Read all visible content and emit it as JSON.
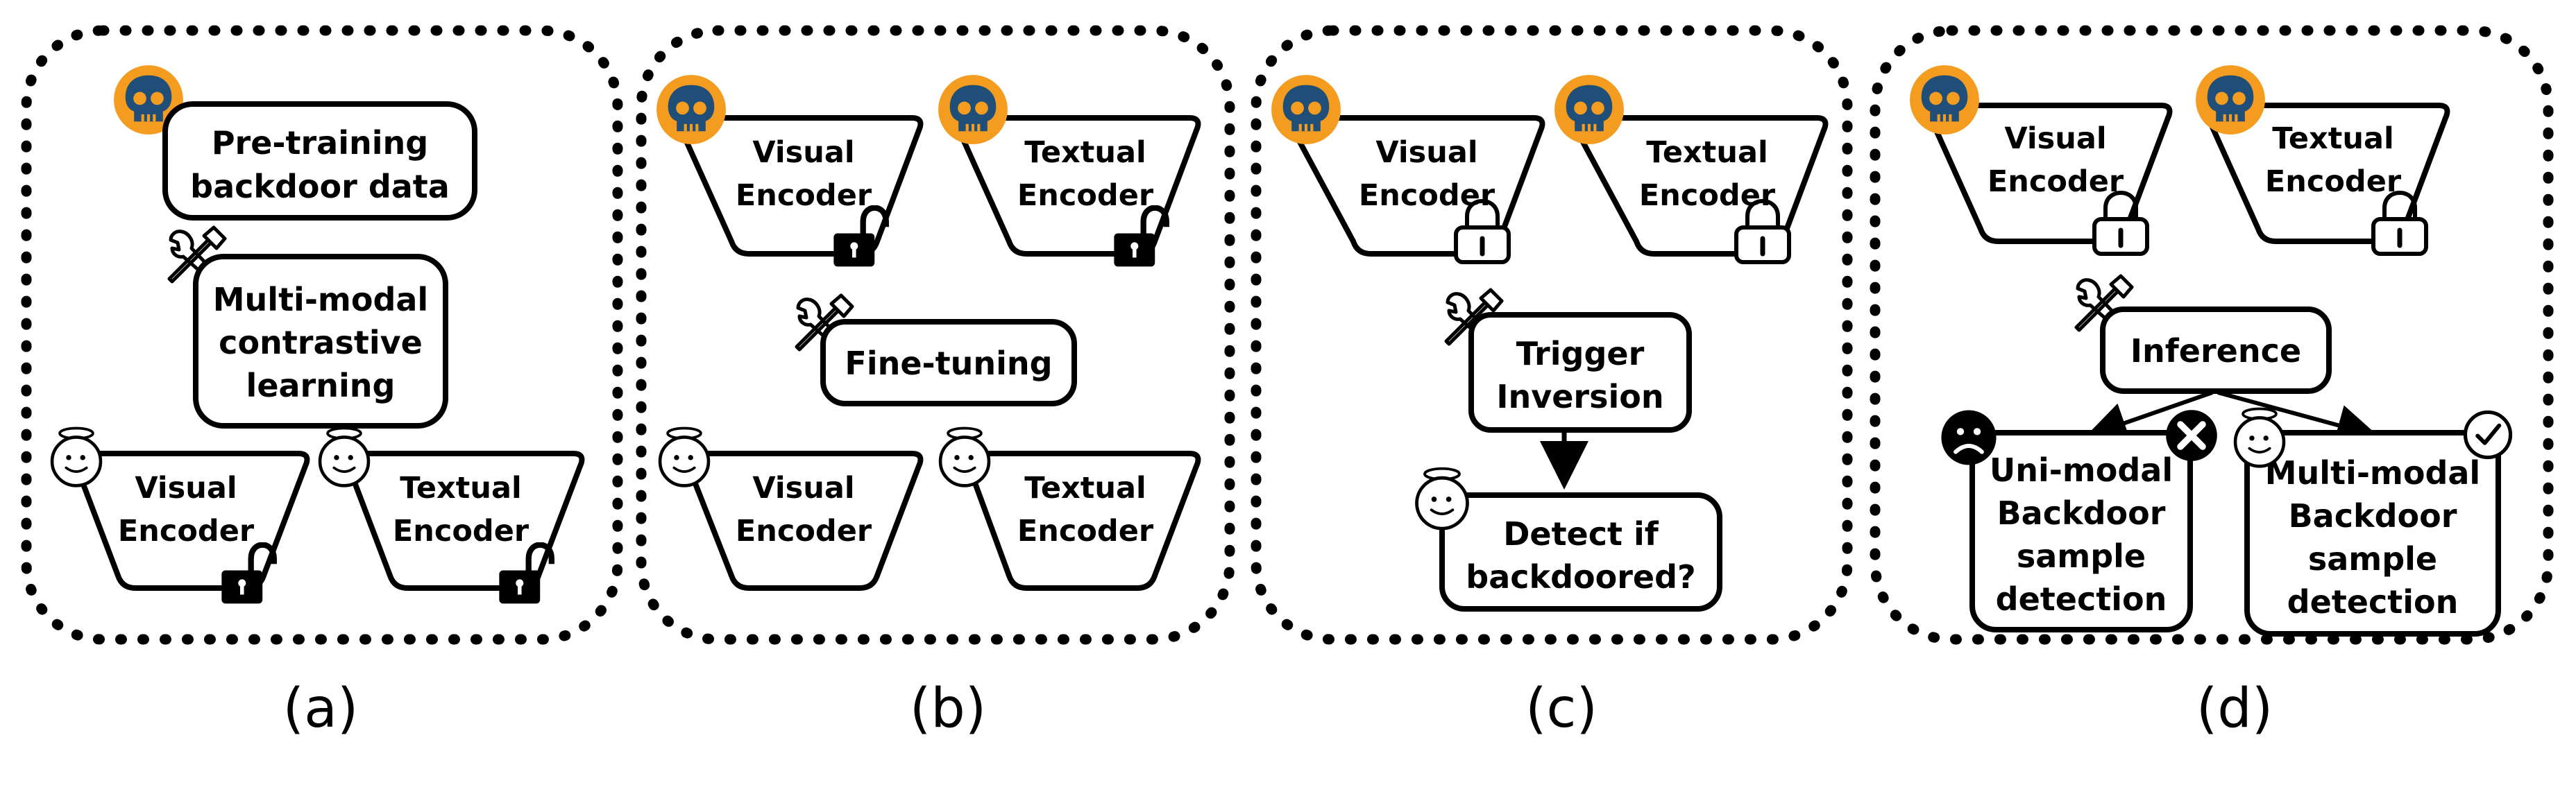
{
  "panels": [
    {
      "caption": "(a)",
      "pretrain_box": [
        "Pre-training",
        "backdoor data"
      ],
      "method_box": [
        "Multi-modal",
        "contrastive",
        "learning"
      ],
      "visual_encoder": [
        "Visual",
        "Encoder"
      ],
      "textual_encoder": [
        "Textual",
        "Encoder"
      ]
    },
    {
      "caption": "(b)",
      "top_visual_encoder": [
        "Visual",
        "Encoder"
      ],
      "top_textual_encoder": [
        "Textual",
        "Encoder"
      ],
      "method_box": [
        "Fine-tuning"
      ],
      "bottom_visual_encoder": [
        "Visual",
        "Encoder"
      ],
      "bottom_textual_encoder": [
        "Textual",
        "Encoder"
      ]
    },
    {
      "caption": "(c)",
      "visual_encoder": [
        "Visual",
        "Encoder"
      ],
      "textual_encoder": [
        "Textual",
        "Encoder"
      ],
      "method_box": [
        "Trigger",
        "Inversion"
      ],
      "result_box": [
        "Detect if",
        "backdoored?"
      ]
    },
    {
      "caption": "(d)",
      "visual_encoder": [
        "Visual",
        "Encoder"
      ],
      "textual_encoder": [
        "Textual",
        "Encoder"
      ],
      "method_box": [
        "Inference"
      ],
      "uni_box": [
        "Uni-modal",
        "Backdoor",
        "sample",
        "detection"
      ],
      "multi_box": [
        "Multi-modal",
        "Backdoor",
        "sample",
        "detection"
      ]
    }
  ],
  "colors": {
    "skull_badge": "#f39c1f",
    "skull": "#1f4e79",
    "stroke": "#000000",
    "background": "#ffffff"
  },
  "icons": {
    "attacker": "skull-icon",
    "tool": "tools-icon",
    "user": "angel-face-icon",
    "unlocked": "open-padlock-icon",
    "locked": "closed-padlock-icon",
    "fail": "cross-icon",
    "sad": "sad-face-icon",
    "success": "check-icon"
  }
}
